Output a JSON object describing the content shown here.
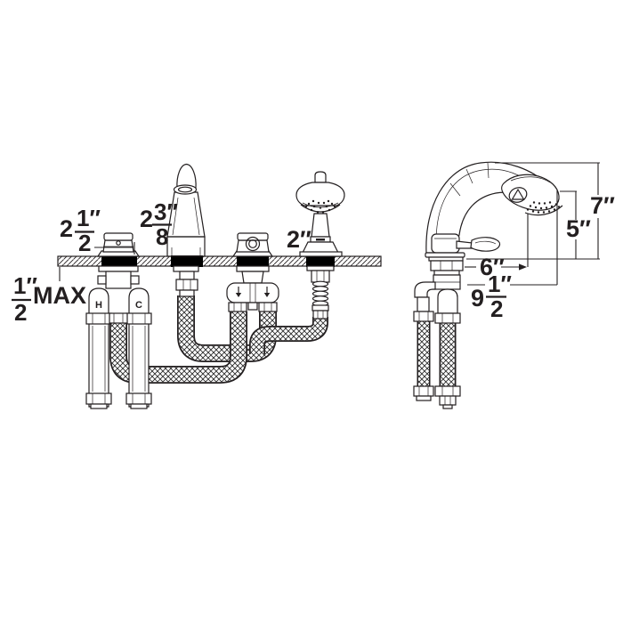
{
  "document": {
    "kind": "faucet installation spec drawing",
    "colors": {
      "ink": "#231f20",
      "paper": "#ffffff"
    }
  },
  "front_view": {
    "supply_labels": {
      "hot": "H",
      "cold": "C"
    },
    "dim_handle_spread": {
      "whole": "2",
      "num": "1″",
      "den": "2"
    },
    "dim_spout_base": {
      "whole": "2",
      "num": "3″",
      "den": "8"
    },
    "dim_deck_thickness": {
      "num": "1″",
      "den": "2",
      "qualifier": "MAX"
    },
    "dim_shower_hole": {
      "value": "2″"
    }
  },
  "side_view": {
    "dim_overall_height": {
      "value": "7″"
    },
    "dim_outlet_height": {
      "value": "5″"
    },
    "dim_reach": {
      "value": "6″"
    },
    "dim_overall_reach": {
      "whole": "9",
      "num": "1″",
      "den": "2"
    }
  }
}
